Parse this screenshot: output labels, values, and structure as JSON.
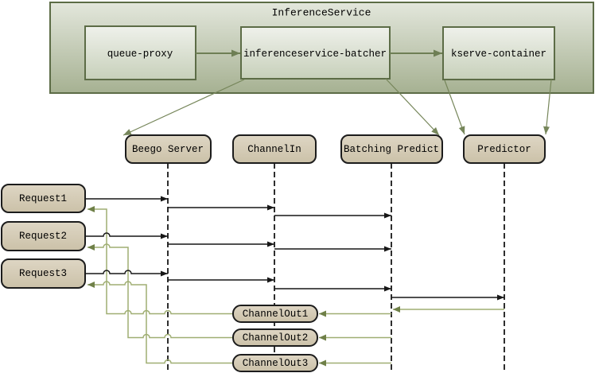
{
  "container": {
    "title": "InferenceService"
  },
  "nodes": {
    "queue_proxy": "queue-proxy",
    "batcher": "inferenceservice-batcher",
    "kserve": "kserve-container"
  },
  "lifelines": {
    "beego": "Beego Server",
    "channel_in": "ChannelIn",
    "batching_predict": "Batching Predict",
    "predictor": "Predictor"
  },
  "requests": {
    "r1": "Request1",
    "r2": "Request2",
    "r3": "Request3"
  },
  "channel_outs": {
    "c1": "ChannelOut1",
    "c2": "ChannelOut2",
    "c3": "ChannelOut3"
  },
  "colors": {
    "container_border": "#5c6c46",
    "container_fill_top": "#e3e7dc",
    "container_fill_bottom": "#a6b192",
    "node_fill_top": "#eff1eb",
    "node_fill_bottom": "#c7d0ba",
    "tan_fill_top": "#ded6c4",
    "tan_fill_bottom": "#cbc1a8",
    "tan_border": "#1c1c1c",
    "message_black": "#171717",
    "message_green": "#9fae72",
    "green_arrowhead": "#6f8048",
    "flow_arrow": "#6e7f55",
    "lifeline": "#2e2e2e"
  }
}
